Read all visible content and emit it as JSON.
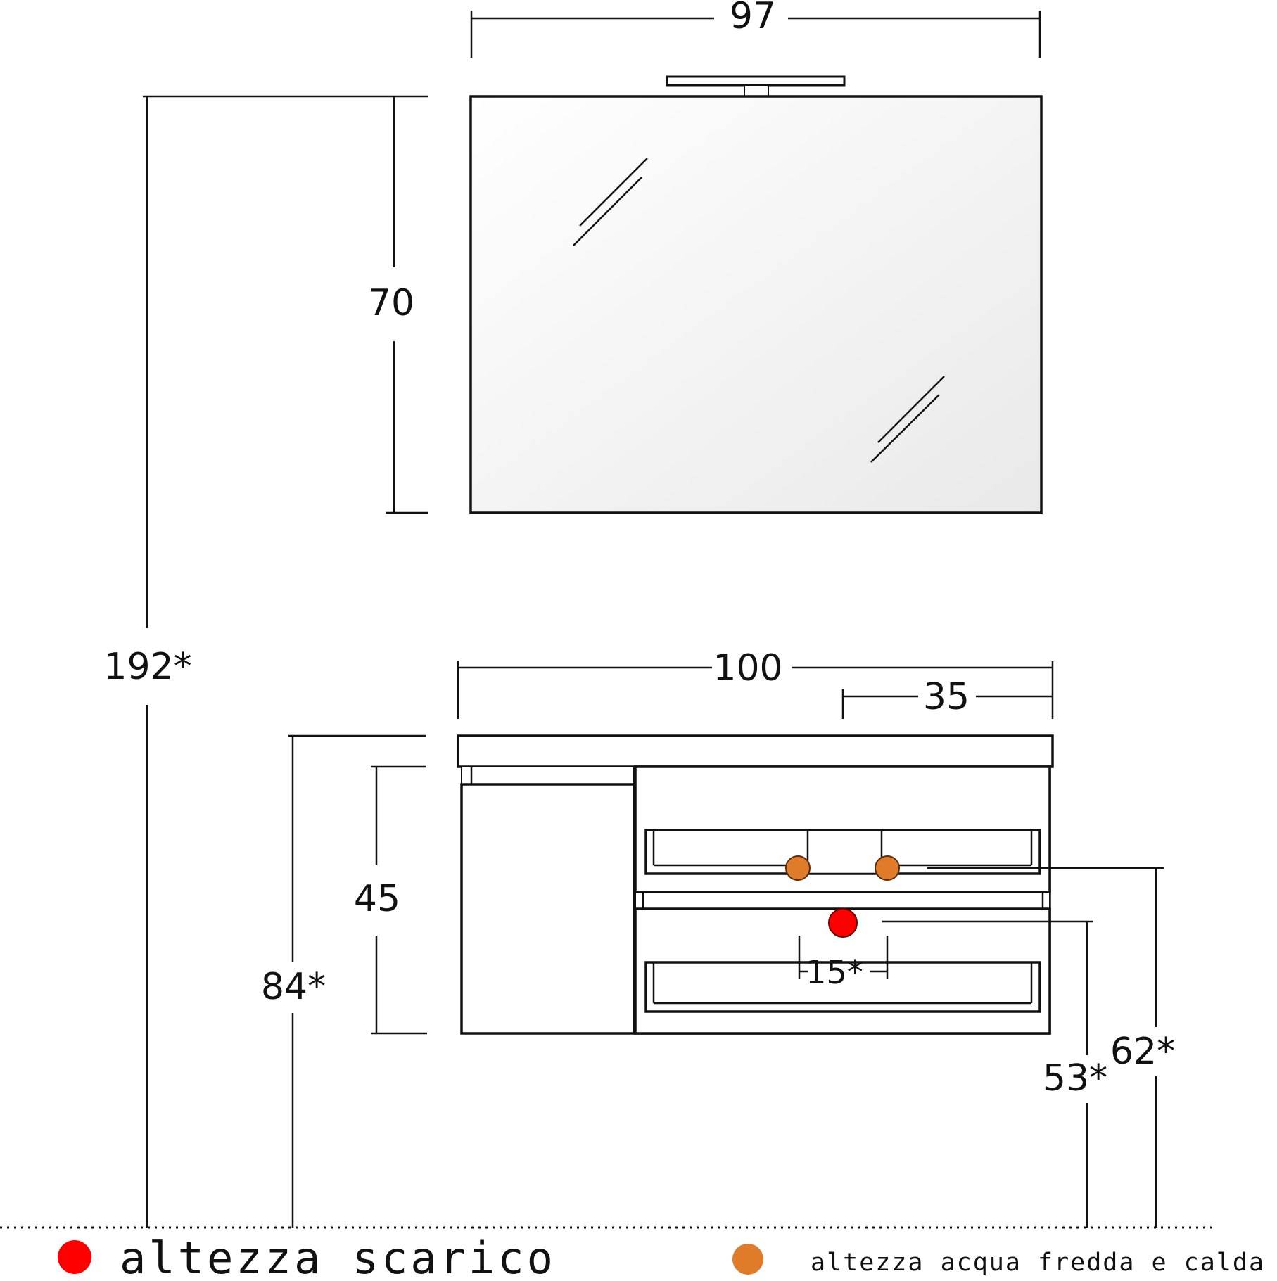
{
  "dimensions": {
    "mirror_width": "97",
    "mirror_height": "70",
    "total_height": "192*",
    "cabinet_width": "100",
    "basin_offset": "35",
    "cabinet_height": "45",
    "top_height": "84*",
    "drain_spacing": "15*",
    "drain_height": "53*",
    "water_height": "62*"
  },
  "legend": {
    "drain_label": "altezza scarico",
    "water_label": "altezza acqua fredda e calda"
  },
  "colors": {
    "drain": "#ff0000",
    "water": "#e07b2a",
    "line": "#111111"
  }
}
